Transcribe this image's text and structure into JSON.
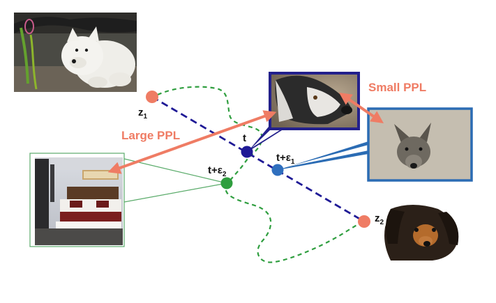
{
  "labels": {
    "z1": "z",
    "z1_sub": "1",
    "z2": "z",
    "z2_sub": "2",
    "t": "t",
    "t_eps1": "t+ε",
    "t_eps1_sub": "1",
    "t_eps2": "t+ε",
    "t_eps2_sub": "2",
    "large_ppl": "Large PPL",
    "small_ppl": "Small PPL"
  },
  "colors": {
    "salmon": "#ef7c64",
    "navy": "#1f1a96",
    "blue": "#2f6fbe",
    "green": "#2f9e3f",
    "green_frame": "#5aab6a",
    "navy_frame": "#23208c",
    "blue_frame": "#2b6cb4"
  },
  "images": [
    {
      "name": "white-dog-photo",
      "depicts": "white dog"
    },
    {
      "name": "collie-closeup-photo",
      "depicts": "dog"
    },
    {
      "name": "grey-dog-photo",
      "depicts": "dog"
    },
    {
      "name": "bedroom-photo",
      "depicts": "bedroom"
    },
    {
      "name": "dachshund-photo",
      "depicts": "dog"
    }
  ]
}
